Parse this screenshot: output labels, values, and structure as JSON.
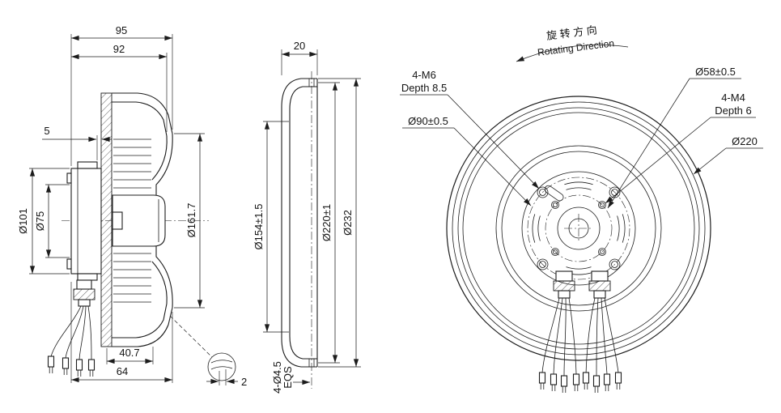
{
  "side": {
    "d95": "95",
    "d92": "92",
    "d5": "5",
    "dia101": "Ø101",
    "dia75": "Ø75",
    "dia161": "Ø161.7",
    "d407": "40.7",
    "d64": "64",
    "d2": "2"
  },
  "flange": {
    "d20": "20",
    "dia154": "Ø154±1.5",
    "dia220": "Ø220±1",
    "dia232": "Ø232",
    "holes": "4-Ø4.5",
    "eqs": "EQS"
  },
  "front": {
    "cn": "旋 转 方 向",
    "en": "Rotating Direction",
    "m6": "4-M6",
    "m6d": "Depth 8.5",
    "dia90": "Ø90±0.5",
    "dia58": "Ø58±0.5",
    "m4": "4-M4",
    "m4d": "Depth 6",
    "dia220": "Ø220"
  }
}
